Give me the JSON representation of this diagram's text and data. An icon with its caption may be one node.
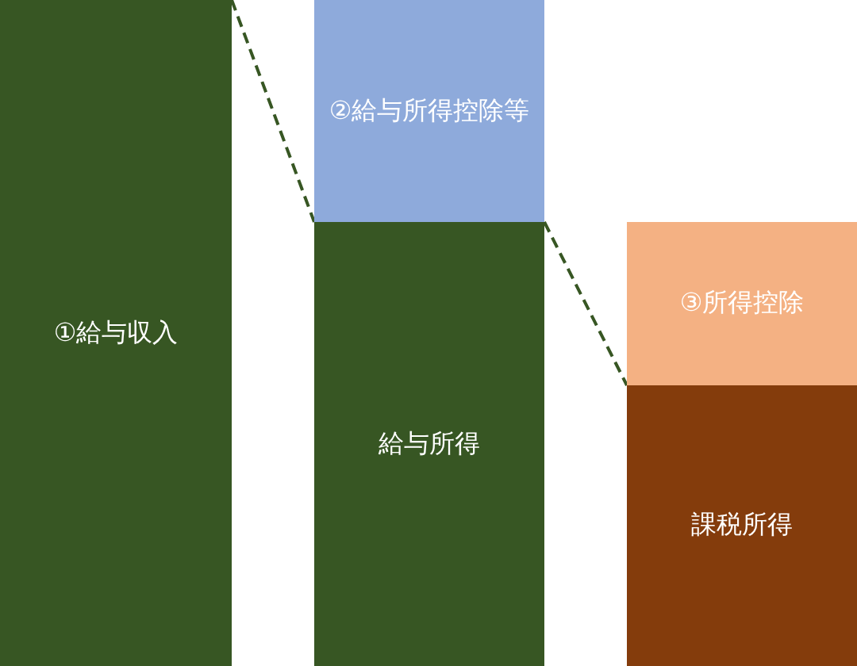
{
  "diagram": {
    "nodes": [
      {
        "text": [
          "①給与収入"
        ]
      },
      {
        "text": [
          "②給与所得控除等"
        ]
      },
      {
        "text": [
          "給与所得"
        ]
      },
      {
        "text": [
          "③所得控除"
        ]
      },
      {
        "text": [
          "課税所得"
        ]
      }
    ],
    "edges": [
      {
        "from": 0,
        "to": 2,
        "arrow": "none",
        "style": "dashed"
      },
      {
        "from": 2,
        "to": 4,
        "arrow": "none",
        "style": "dashed"
      }
    ]
  }
}
